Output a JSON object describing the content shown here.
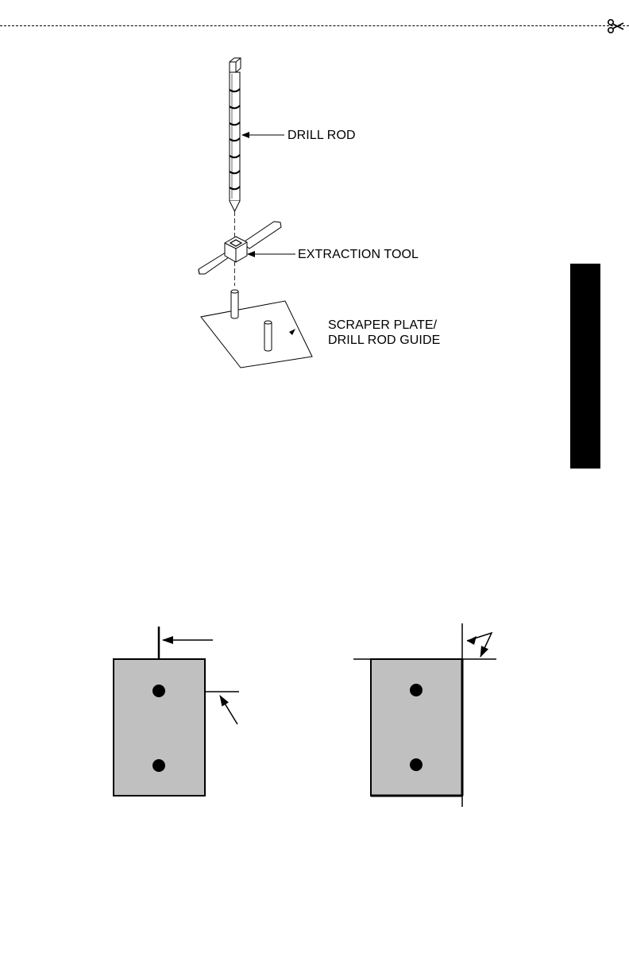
{
  "figure1": {
    "labels": {
      "drill_rod": "DRILL ROD",
      "extraction_tool": "EXTRACTION TOOL",
      "scraper_plate_line1": "SCRAPER PLATE/",
      "scraper_plate_line2": "DRILL ROD GUIDE"
    }
  },
  "icons": [
    "scissors-icon"
  ]
}
